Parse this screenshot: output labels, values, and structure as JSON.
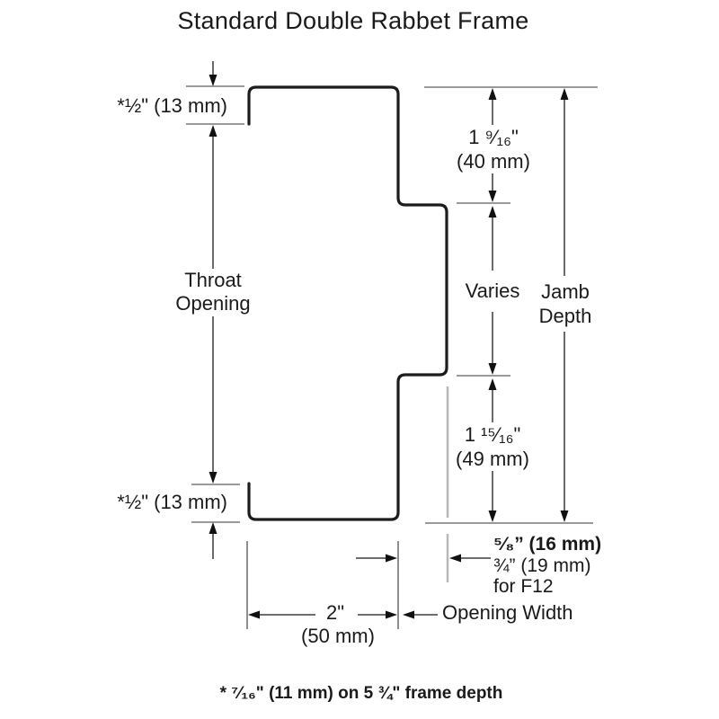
{
  "title": "Standard Double Rabbet Frame",
  "left": {
    "top_rabbet": {
      "label": "*½\" (13 mm)"
    },
    "throat": {
      "line1": "Throat",
      "line2": "Opening"
    },
    "bottom_rabbet": {
      "label": "*½\" (13 mm)"
    }
  },
  "right": {
    "head_rabbet": {
      "inches": "1 ⁹⁄₁₆\"",
      "mm": "(40 mm)"
    },
    "varies": "Varies",
    "jamb_depth": {
      "line1": "Jamb",
      "line2": "Depth"
    },
    "sill_rabbet": {
      "inches": "1 ¹⁵⁄₁₆\"",
      "mm": "(49 mm)"
    }
  },
  "stop": {
    "primary": "⁵⁄₈” (16 mm)",
    "alternate": "¾” (19 mm)",
    "alternate_note": "for F12"
  },
  "bottom": {
    "face_inches": "2\"",
    "face_mm": "(50 mm)",
    "opening_width": "Opening Width"
  },
  "footnote": "* ⁷⁄₁₆\"  (11 mm) on 5 ¾\" frame depth",
  "colors": {
    "line": "#1c1c1c",
    "dimension": "#5a5a5a",
    "tick": "#9a9a9a",
    "extension_light": "#b8b8b8",
    "extension": "#8f8f8f"
  }
}
